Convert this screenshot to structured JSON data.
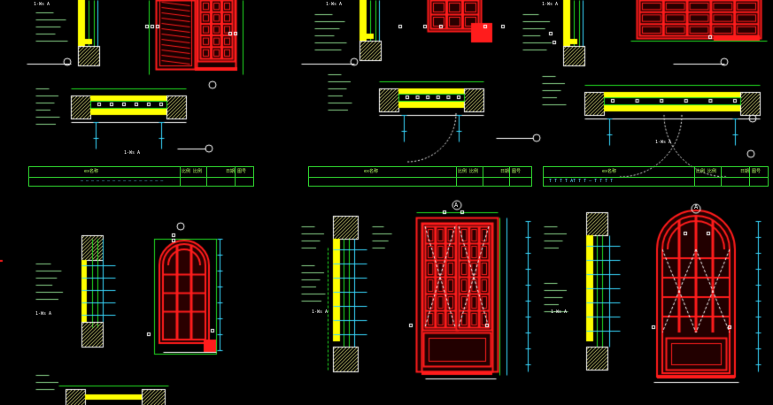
{
  "viewport": {
    "background": "#000000"
  },
  "colors": {
    "wall": "#ffff00",
    "frame_red": "#ff1c1c",
    "line_green": "#22e022",
    "line_cyan": "#38d8ff",
    "line_white": "#ffffff",
    "hatch": "#d8d87a",
    "panel_fill_red": "#c00000"
  },
  "title_blocks": [
    {
      "id": "tb-1",
      "header": "ex名称",
      "col2": "比例 比例",
      "col3": "日期 图号",
      "note": "— — — — — — — — — — — — — — — —"
    },
    {
      "id": "tb-2",
      "header": "ex名称",
      "col2": "比例 比例",
      "col3": "日期 图号",
      "note": ""
    },
    {
      "id": "tb-3",
      "header": "ex名称",
      "col2": "比例 比例",
      "col3": "日期 图号",
      "note": "T T T T AT  T  T  —  T T T T"
    }
  ],
  "section_tags": [
    {
      "id": "s1",
      "text": "1-Ws A"
    },
    {
      "id": "s2",
      "text": "1-Ws A"
    },
    {
      "id": "s3",
      "text": "1-Ws A"
    },
    {
      "id": "s4",
      "text": "1-Ws A"
    },
    {
      "id": "s5",
      "text": "1-Ws A"
    },
    {
      "id": "s6",
      "text": "1-Ws A"
    },
    {
      "id": "s7",
      "text": "1-Ws A"
    },
    {
      "id": "s8",
      "text": "1-Ws A"
    }
  ],
  "detail_markers": [
    {
      "id": "m1",
      "text": "A"
    },
    {
      "id": "m2",
      "text": "A"
    }
  ]
}
